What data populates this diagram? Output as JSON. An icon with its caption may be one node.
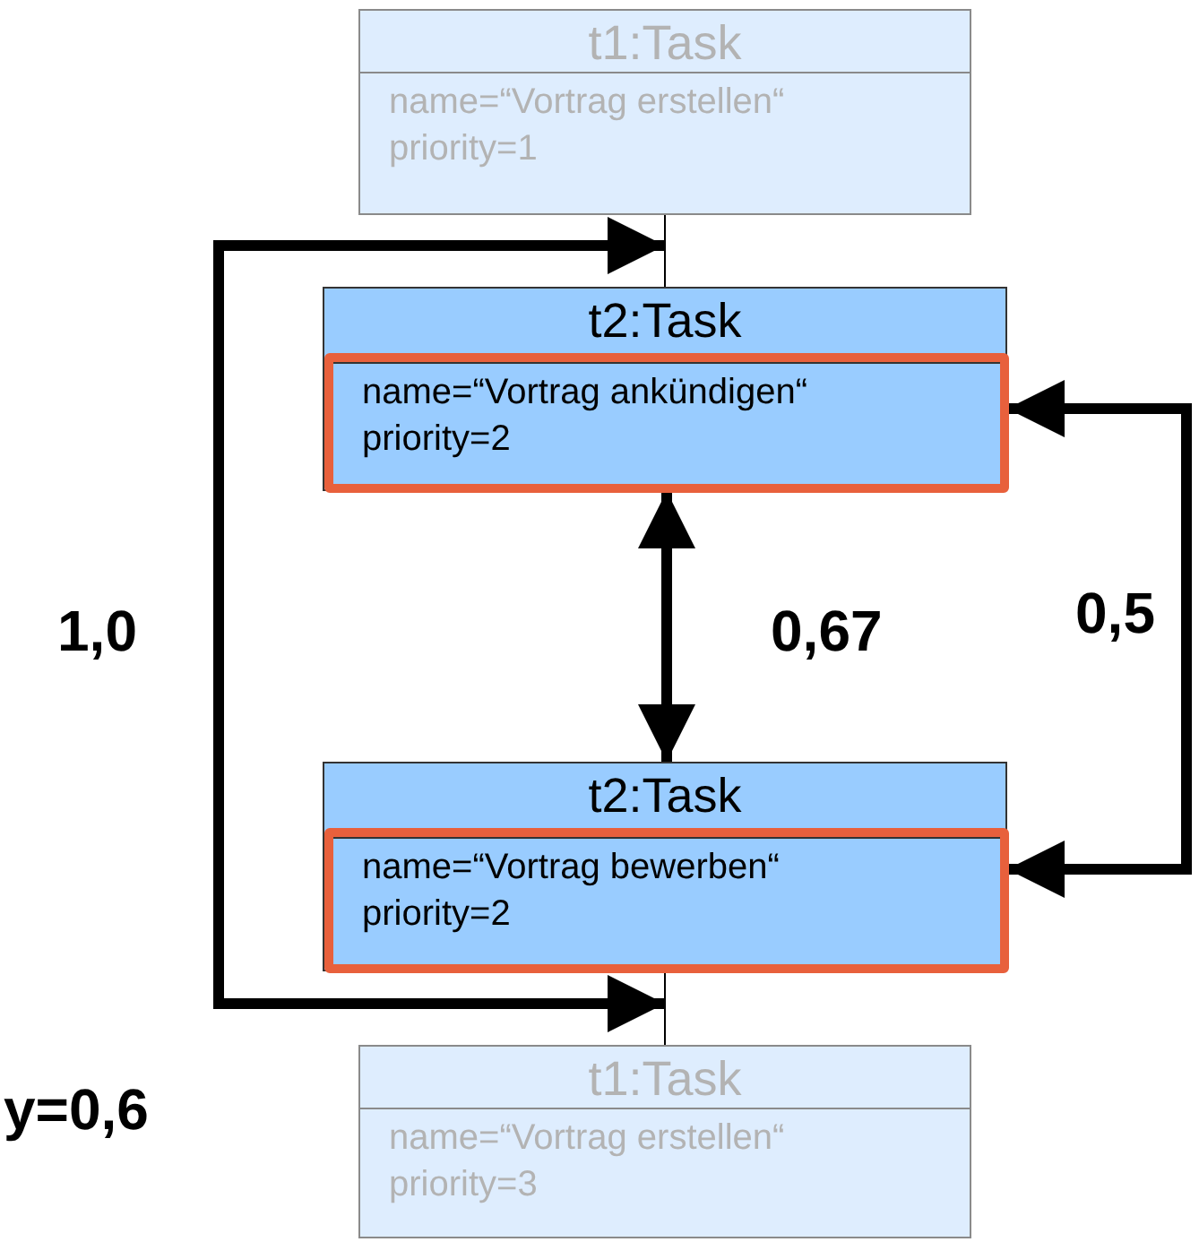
{
  "diagram": {
    "nodes": [
      {
        "text": [
          "t1:Task",
          "name=“Vortrag erstellen“ priority=1"
        ]
      },
      {
        "text": [
          "t2:Task"
        ]
      },
      {
        "text": [
          "name=“Vortrag ankündigen“ priority=2"
        ],
        "in": 1
      },
      {
        "text": [
          "t2:Task"
        ]
      },
      {
        "text": [
          "name=“Vortrag bewerben“ priority=2"
        ],
        "in": 3
      },
      {
        "text": [
          "t1:Task",
          "name=“Vortrag erstellen“ priority=3"
        ]
      }
    ],
    "edges": [
      {
        "from": 0,
        "to": 1,
        "arrow": "none"
      },
      {
        "from": 3,
        "to": 5,
        "arrow": "none"
      },
      {
        "from": 0,
        "to": 5,
        "arrow": "both",
        "label": "1,0"
      },
      {
        "from": 2,
        "to": 3,
        "arrow": "both",
        "label": "0,67"
      },
      {
        "from": 2,
        "to": 4,
        "arrow": "both",
        "label": "0,5"
      }
    ],
    "labels": [
      "y=0,6"
    ]
  }
}
